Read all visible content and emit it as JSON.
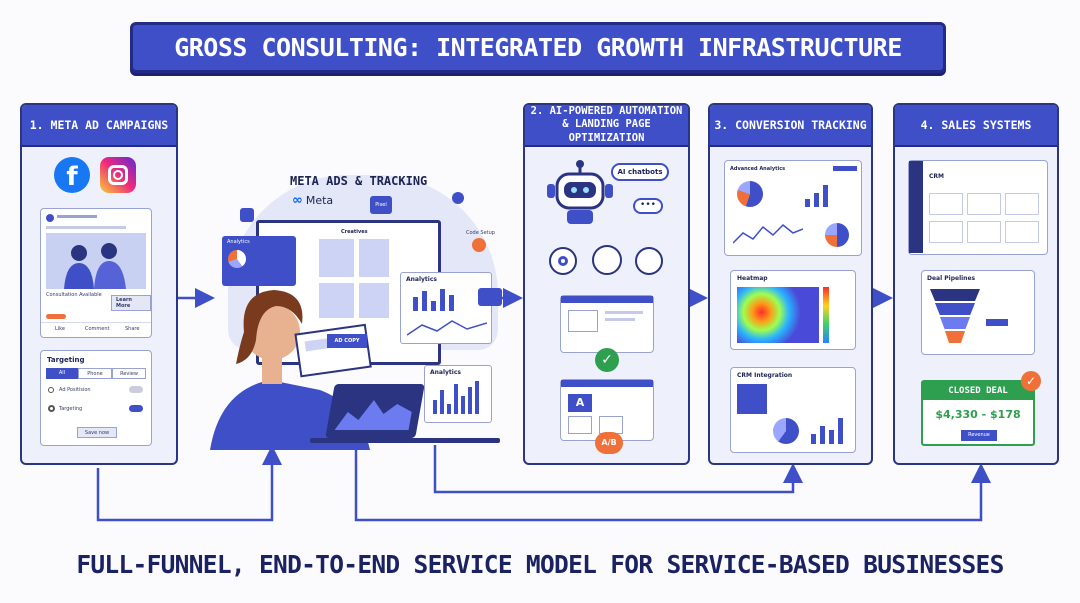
{
  "title": "GROSS CONSULTING: INTEGRATED GROWTH INFRASTRUCTURE",
  "footer": "FULL-FUNNEL, END-TO-END SERVICE MODEL FOR SERVICE-BASED BUSINESSES",
  "panels": {
    "meta": {
      "title": "1. META AD CAMPAIGNS",
      "post": {
        "caption": "Consultation Available",
        "button": "Learn More",
        "actions": [
          "Like",
          "Comment",
          "Share"
        ]
      },
      "targeting": {
        "title": "Targeting",
        "tabs": [
          "All",
          "Phone",
          "Review"
        ],
        "rows": [
          "Ad Positision",
          "Targeting"
        ],
        "button": "Save now"
      }
    },
    "center": {
      "title": "META ADS & TRACKING",
      "brand": "Meta",
      "labels": {
        "analytics_small": "Analytics",
        "creatives": "Creatives",
        "analytics_mid": "Analytics",
        "analytics_low": "Analytics",
        "pixel": "Pixel",
        "adcopy": "AD COPY",
        "code": "Code Setup"
      }
    },
    "automation": {
      "title": "2. AI-POWERED AUTOMATION & LANDING PAGE OPTIMIZATION",
      "chat": "AI chatbots",
      "ab": "A/B",
      "a": "A"
    },
    "conversion": {
      "title": "3. CONVERSION TRACKING",
      "analytics": "Advanced Analytics",
      "heatmap": "Heatmap",
      "crm": "CRM Integration"
    },
    "sales": {
      "title": "4. SALES SYSTEMS",
      "crm": "CRM",
      "pipelines": "Deal Pipelines",
      "closed": "CLOSED DEAL",
      "amount": "$4,330 - $178",
      "revenue": "Revenue"
    }
  },
  "colors": {
    "primary": "#3e4fc7",
    "dark": "#232b86",
    "green": "#2e9e4f",
    "orange": "#f0703a",
    "panel": "#eef0fb"
  }
}
